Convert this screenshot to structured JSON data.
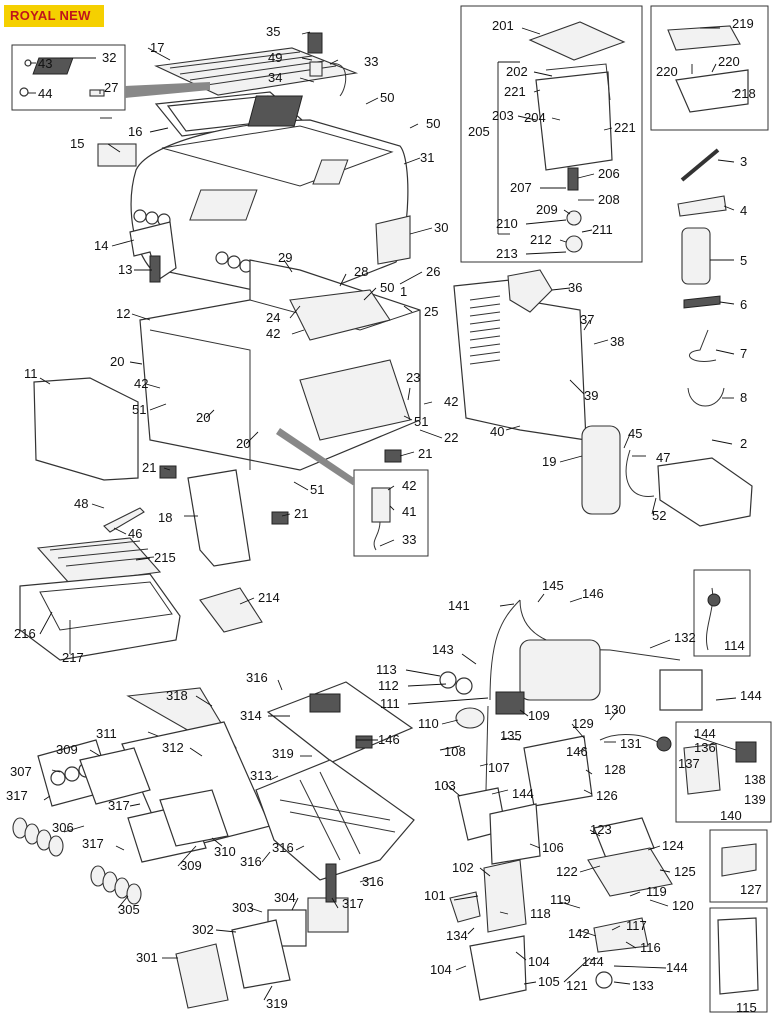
{
  "header": {
    "model_badge": "ROYAL NEW"
  },
  "callouts": [
    "1",
    "2",
    "3",
    "4",
    "5",
    "6",
    "7",
    "8",
    "11",
    "12",
    "13",
    "14",
    "15",
    "16",
    "17",
    "18",
    "19",
    "20",
    "21",
    "22",
    "23",
    "24",
    "25",
    "26",
    "27",
    "28",
    "29",
    "30",
    "31",
    "32",
    "33",
    "34",
    "35",
    "36",
    "37",
    "38",
    "39",
    "40",
    "41",
    "42",
    "43",
    "44",
    "45",
    "46",
    "47",
    "48",
    "49",
    "50",
    "51",
    "52",
    "101",
    "102",
    "103",
    "104",
    "105",
    "106",
    "107",
    "108",
    "109",
    "110",
    "111",
    "112",
    "113",
    "114",
    "115",
    "116",
    "117",
    "118",
    "119",
    "120",
    "121",
    "122",
    "123",
    "124",
    "125",
    "126",
    "127",
    "128",
    "129",
    "130",
    "131",
    "132",
    "133",
    "134",
    "135",
    "136",
    "137",
    "138",
    "139",
    "140",
    "141",
    "142",
    "143",
    "144",
    "145",
    "146",
    "201",
    "202",
    "203",
    "204",
    "205",
    "206",
    "207",
    "208",
    "209",
    "210",
    "211",
    "212",
    "213",
    "214",
    "215",
    "216",
    "217",
    "218",
    "219",
    "220",
    "221",
    "301",
    "302",
    "303",
    "304",
    "305",
    "306",
    "307",
    "309",
    "310",
    "311",
    "312",
    "313",
    "314",
    "316",
    "317",
    "318",
    "319"
  ]
}
